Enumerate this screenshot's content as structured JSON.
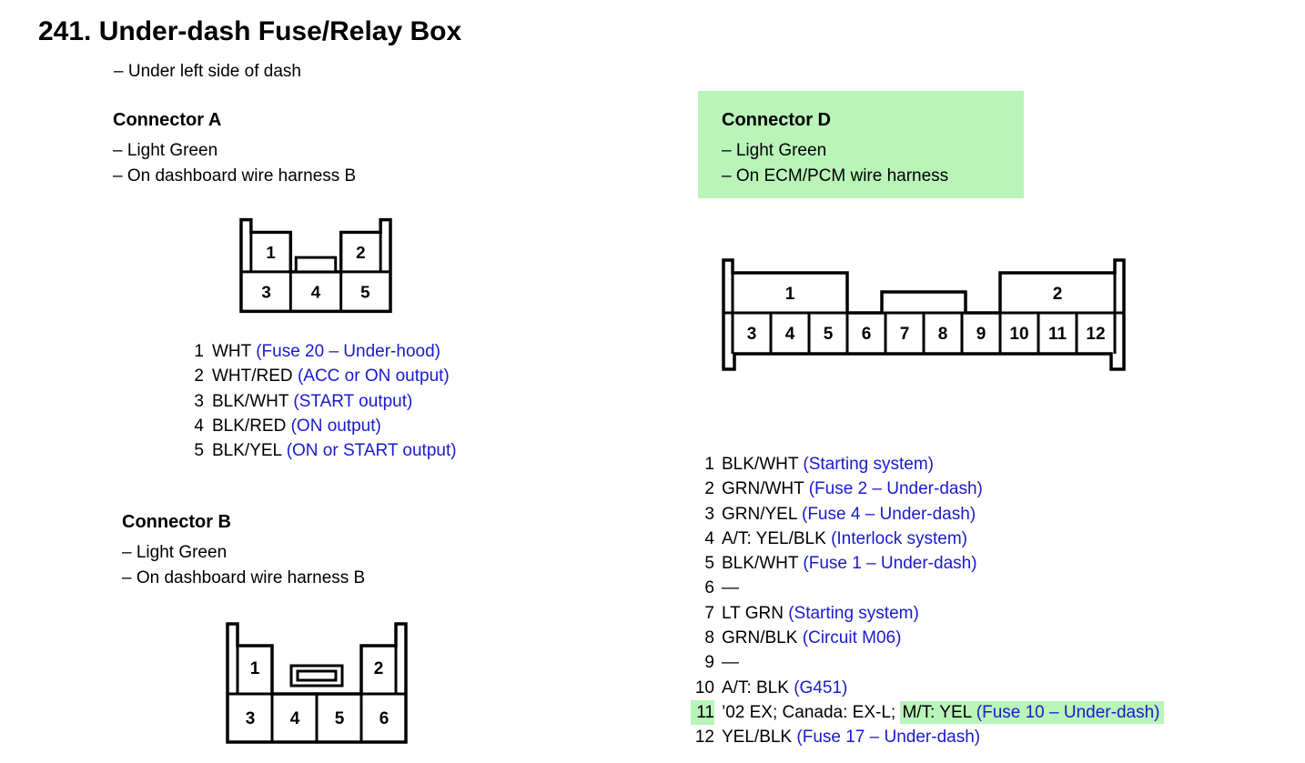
{
  "page": {
    "title": "241. Under-dash Fuse/Relay Box",
    "subtitle": "– Under left side of dash"
  },
  "colors": {
    "highlight_green": "#b9f4b9",
    "link_blue": "#1a1acc"
  },
  "connector_a": {
    "heading": "Connector A",
    "note1": "– Light Green",
    "note2": "– On dashboard wire harness B",
    "cells": [
      "1",
      "2",
      "3",
      "4",
      "5"
    ],
    "pins": [
      {
        "num": "1",
        "wire": "WHT",
        "desc": "(Fuse 20 – Under-hood)"
      },
      {
        "num": "2",
        "wire": "WHT/RED",
        "desc": "(ACC or ON output)"
      },
      {
        "num": "3",
        "wire": "BLK/WHT",
        "desc": "(START output)"
      },
      {
        "num": "4",
        "wire": "BLK/RED",
        "desc": "(ON output)"
      },
      {
        "num": "5",
        "wire": "BLK/YEL",
        "desc": "(ON or START output)"
      }
    ]
  },
  "connector_b": {
    "heading": "Connector B",
    "note1": "– Light Green",
    "note2": "– On dashboard wire harness B",
    "cells": [
      "1",
      "2",
      "3",
      "4",
      "5",
      "6"
    ]
  },
  "connector_d": {
    "heading": "Connector D",
    "note1": "– Light Green",
    "note2": "– On ECM/PCM wire harness",
    "cells": [
      "1",
      "2",
      "3",
      "4",
      "5",
      "6",
      "7",
      "8",
      "9",
      "10",
      "11",
      "12"
    ],
    "pins": [
      {
        "num": "1",
        "wire": "BLK/WHT",
        "desc": "(Starting system)"
      },
      {
        "num": "2",
        "wire": "GRN/WHT",
        "desc": "(Fuse 2 – Under-dash)"
      },
      {
        "num": "3",
        "wire": "GRN/YEL",
        "desc": "(Fuse 4 – Under-dash)"
      },
      {
        "num": "4",
        "wire": "A/T: YEL/BLK",
        "desc": "(Interlock system)"
      },
      {
        "num": "5",
        "wire": "BLK/WHT",
        "desc": "(Fuse 1 – Under-dash)"
      },
      {
        "num": "6",
        "wire": "—",
        "desc": ""
      },
      {
        "num": "7",
        "wire": "LT GRN",
        "desc": "(Starting system)"
      },
      {
        "num": "8",
        "wire": "GRN/BLK",
        "desc": "(Circuit M06)"
      },
      {
        "num": "9",
        "wire": "—",
        "desc": ""
      },
      {
        "num": "10",
        "wire": "A/T: BLK",
        "desc": "(G451)"
      },
      {
        "num": "11",
        "prefix": "’02 EX; Canada: EX-L;",
        "wire": "M/T: YEL",
        "desc": "(Fuse 10 – Under-dash)"
      },
      {
        "num": "12",
        "wire": "YEL/BLK",
        "desc": "(Fuse 17 – Under-dash)"
      }
    ]
  }
}
